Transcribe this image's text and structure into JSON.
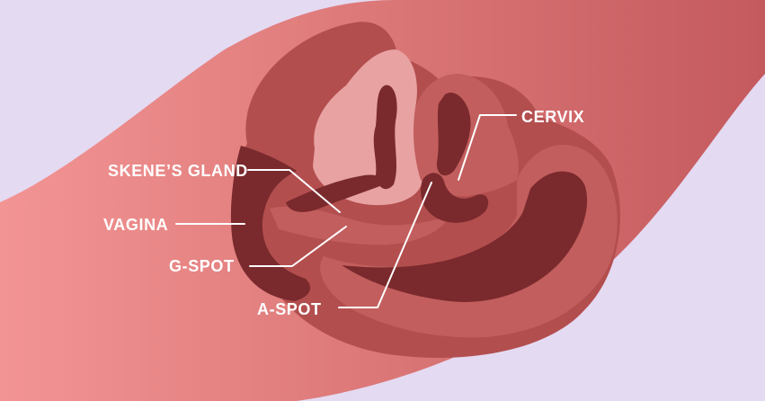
{
  "colors": {
    "background": "#e4daf2",
    "skin_band": "#ef8b8b",
    "uterus_outer": "#b34e4e",
    "tissue_mid": "#c35e5e",
    "tissue_light": "#e8a2a2",
    "tissue_dark": "#7a2a2d",
    "label_text": "#ffffff"
  },
  "labels": {
    "skene_gland": "SKENE’S GLAND",
    "vagina": "VAGINA",
    "g_spot": "G-SPOT",
    "a_spot": "A-SPOT",
    "cervix": "CERVIX"
  }
}
